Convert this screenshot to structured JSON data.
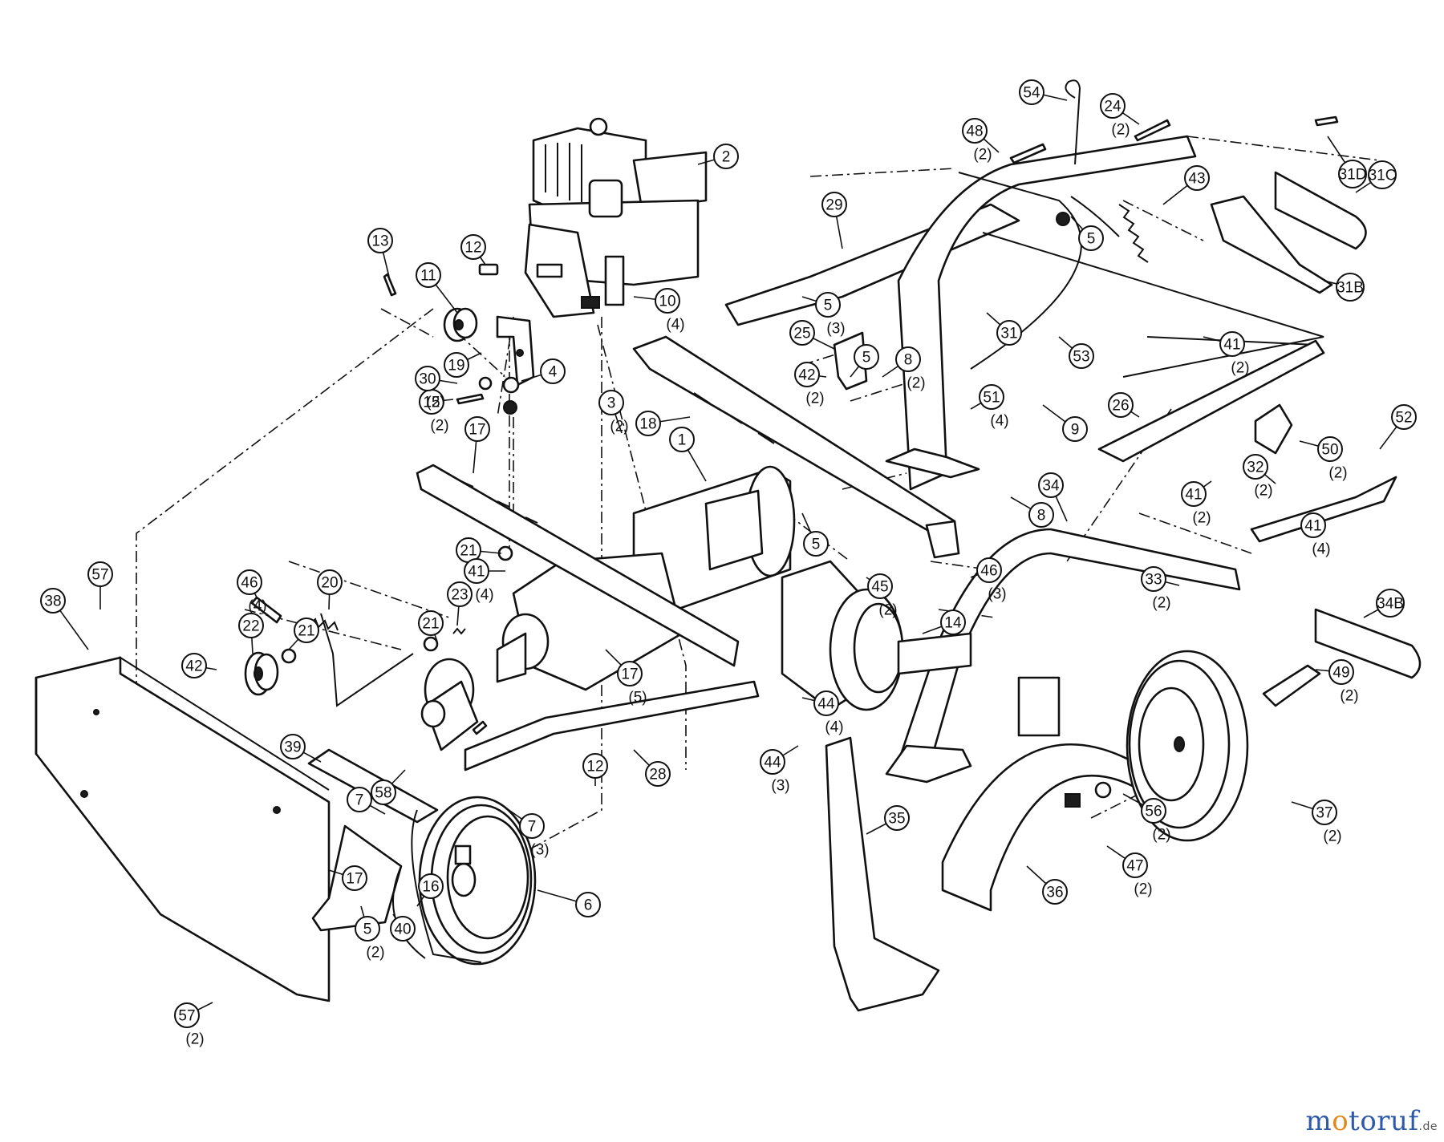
{
  "callouts": [
    {
      "n": "1"
    },
    {
      "n": "2"
    },
    {
      "n": "3",
      "q": "(2)"
    },
    {
      "n": "4"
    },
    {
      "n": "5",
      "q": "(3)"
    },
    {
      "n": "5"
    },
    {
      "n": "5"
    },
    {
      "n": "5"
    },
    {
      "n": "5",
      "q": "(2)"
    },
    {
      "n": "6"
    },
    {
      "n": "7"
    },
    {
      "n": "7",
      "q": "(3)"
    },
    {
      "n": "8",
      "q": "(2)"
    },
    {
      "n": "8"
    },
    {
      "n": "9"
    },
    {
      "n": "10",
      "q": "(4)"
    },
    {
      "n": "11"
    },
    {
      "n": "12"
    },
    {
      "n": "12"
    },
    {
      "n": "13"
    },
    {
      "n": "14"
    },
    {
      "n": "15",
      "q": "(2)"
    },
    {
      "n": "16"
    },
    {
      "n": "17"
    },
    {
      "n": "17",
      "q": "(5)"
    },
    {
      "n": "17"
    },
    {
      "n": "18"
    },
    {
      "n": "19"
    },
    {
      "n": "20"
    },
    {
      "n": "21",
      "q": "(4)"
    },
    {
      "n": "21"
    },
    {
      "n": "21"
    },
    {
      "n": "22"
    },
    {
      "n": "23"
    },
    {
      "n": "24",
      "q": "(2)"
    },
    {
      "n": "25"
    },
    {
      "n": "26"
    },
    {
      "n": "28"
    },
    {
      "n": "29"
    },
    {
      "n": "30",
      "q": "(2)"
    },
    {
      "n": "31"
    },
    {
      "n": "31B"
    },
    {
      "n": "31C"
    },
    {
      "n": "31D"
    },
    {
      "n": "32",
      "q": "(2)"
    },
    {
      "n": "33",
      "q": "(2)"
    },
    {
      "n": "34"
    },
    {
      "n": "34B"
    },
    {
      "n": "35"
    },
    {
      "n": "36"
    },
    {
      "n": "37",
      "q": "(2)"
    },
    {
      "n": "38"
    },
    {
      "n": "39"
    },
    {
      "n": "40"
    },
    {
      "n": "41",
      "q": "(4)"
    },
    {
      "n": "41",
      "q": "(2)"
    },
    {
      "n": "41",
      "q": "(2)"
    },
    {
      "n": "41",
      "q": "(4)"
    },
    {
      "n": "42",
      "q": "(2)"
    },
    {
      "n": "42"
    },
    {
      "n": "43"
    },
    {
      "n": "44",
      "q": "(4)"
    },
    {
      "n": "44",
      "q": "(3)"
    },
    {
      "n": "45",
      "q": "(2)"
    },
    {
      "n": "46",
      "q": "(4)"
    },
    {
      "n": "46",
      "q": "(3)"
    },
    {
      "n": "47",
      "q": "(2)"
    },
    {
      "n": "48",
      "q": "(2)"
    },
    {
      "n": "49",
      "q": "(2)"
    },
    {
      "n": "50",
      "q": "(2)"
    },
    {
      "n": "51",
      "q": "(4)"
    },
    {
      "n": "52"
    },
    {
      "n": "53"
    },
    {
      "n": "54"
    },
    {
      "n": "56",
      "q": "(2)"
    },
    {
      "n": "57"
    },
    {
      "n": "57",
      "q": "(2)"
    },
    {
      "n": "58"
    }
  ],
  "watermark": {
    "part1": "m",
    "part2": "o",
    "part3": "toruf",
    "tld": ".de"
  }
}
